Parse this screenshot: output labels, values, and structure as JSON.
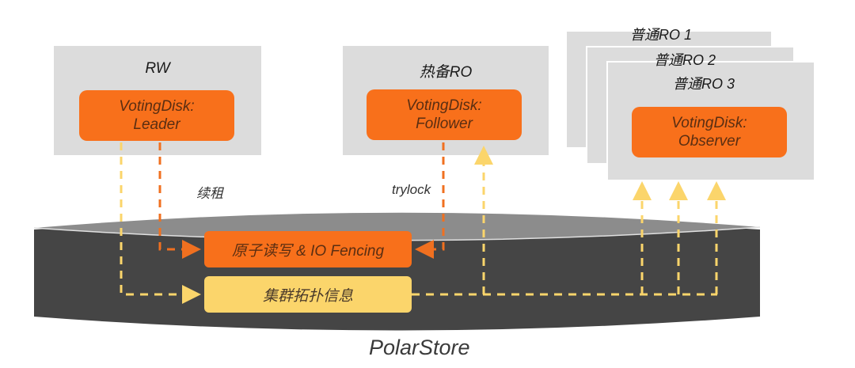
{
  "diagram": {
    "title": "PolarStore",
    "nodes": {
      "rw": {
        "title": "RW",
        "role_line1": "VotingDisk:",
        "role_line2": "Leader"
      },
      "hot_ro": {
        "title": "热备RO",
        "role_line1": "VotingDisk:",
        "role_line2": "Follower"
      },
      "ro1": {
        "title": "普通RO 1"
      },
      "ro2": {
        "title": "普通RO 2"
      },
      "ro3": {
        "title": "普通RO 3",
        "role_line1": "VotingDisk:",
        "role_line2": "Observer"
      }
    },
    "storage": {
      "label": "PolarStore",
      "atomic_io": "原子读写 & IO Fencing",
      "topology": "集群拓扑信息"
    },
    "edge_labels": {
      "renew": "续租",
      "trylock": "trylock"
    },
    "colors": {
      "orange": "#f8701b",
      "yellow": "#fbd56b",
      "node_gray": "#dcdcdc",
      "cylinder_body": "#454545",
      "cylinder_top": "#8c8c8c"
    }
  }
}
